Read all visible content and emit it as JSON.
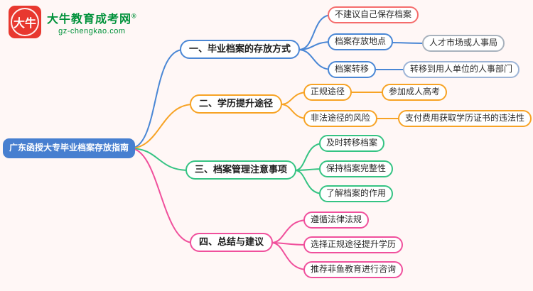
{
  "page": {
    "background": "#fff7f6"
  },
  "logo": {
    "icon_text": "大牛",
    "icon_bg": "#e8382f",
    "site_name": "大牛教育成考网",
    "reg_mark": "®",
    "domain": "gz-chengkao.com",
    "text_color": "#00913a"
  },
  "root": {
    "label": "广东函授大专毕业档案存放指南",
    "bg": "#477fd0",
    "text": "#ffffff"
  },
  "branches": [
    {
      "label": "一、毕业档案的存放方式",
      "color": "#4a87d5",
      "children": [
        {
          "label": "不建议自己保存档案",
          "color": "#f56c6c"
        },
        {
          "label": "档案存放地点",
          "color": "#4a87d5",
          "child": {
            "label": "人才市场或人事局",
            "color": "#a8b2bd"
          }
        },
        {
          "label": "档案转移",
          "color": "#4a87d5",
          "child": {
            "label": "转移到用人单位的人事部门",
            "color": "#9db4d6"
          }
        }
      ]
    },
    {
      "label": "二、学历提升途径",
      "color": "#f7a325",
      "children": [
        {
          "label": "正规途径",
          "color": "#f7a325",
          "child": {
            "label": "参加成人高考",
            "color": "#f7a325"
          }
        },
        {
          "label": "非法途径的风险",
          "color": "#f7a325",
          "child": {
            "label": "支付费用获取学历证书的违法性",
            "color": "#f7a325"
          }
        }
      ]
    },
    {
      "label": "三、档案管理注意事项",
      "color": "#35c383",
      "children": [
        {
          "label": "及时转移档案",
          "color": "#35c383"
        },
        {
          "label": "保持档案完整性",
          "color": "#35c383"
        },
        {
          "label": "了解档案的作用",
          "color": "#35c383"
        }
      ]
    },
    {
      "label": "四、总结与建议",
      "color": "#f0509c",
      "children": [
        {
          "label": "遵循法律法规",
          "color": "#f0509c"
        },
        {
          "label": "选择正规途径提升学历",
          "color": "#f0509c"
        },
        {
          "label": "推荐菲鱼教育进行咨询",
          "color": "#f0509c"
        }
      ]
    }
  ]
}
